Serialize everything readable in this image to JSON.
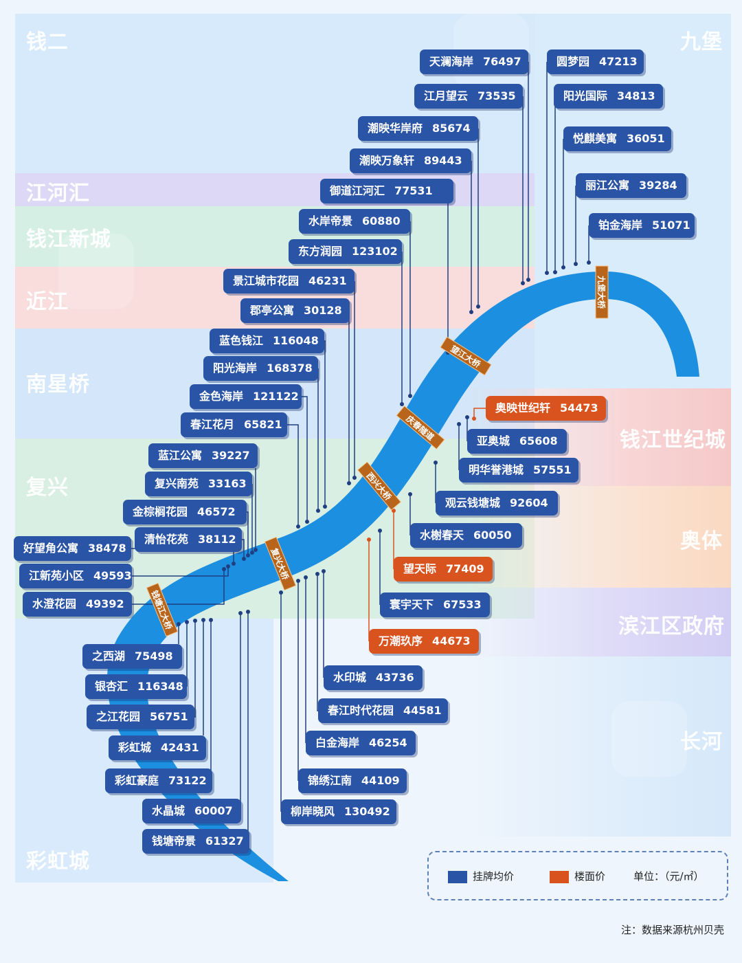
{
  "zones": {
    "qianer": "钱二",
    "jiangpuhui": "江河汇",
    "qianjiang_newcity": "钱江新城",
    "jinjiang": "近江",
    "nanxingqiao": "南星桥",
    "fuxing": "复兴",
    "caihongcheng": "彩虹城",
    "jiubao": "九堡",
    "century_city": "钱江世纪城",
    "olympic": "奥体",
    "binjiang_gov": "滨江区政府",
    "changhe": "长河"
  },
  "bridges": {
    "jiubao": "九堡大桥",
    "qingchun": "望江大桥",
    "qingchun_tunnel": "庆春隧道",
    "xixing": "西兴大桥",
    "fuxing": "复兴大桥",
    "qiantang": "钱塘江大桥"
  },
  "listings": [
    {
      "name": "天澜海岸",
      "value": "76497",
      "type": "listing"
    },
    {
      "name": "江月望云",
      "value": "73535",
      "type": "listing"
    },
    {
      "name": "潮映华岸府",
      "value": "85674",
      "type": "listing"
    },
    {
      "name": "潮映万象轩",
      "value": "89443",
      "type": "listing"
    },
    {
      "name": "御道江河汇",
      "value": "77531",
      "type": "listing"
    },
    {
      "name": "水岸帝景",
      "value": "60880",
      "type": "listing"
    },
    {
      "name": "东方润园",
      "value": "123102",
      "type": "listing"
    },
    {
      "name": "景江城市花园",
      "value": "46231",
      "type": "listing"
    },
    {
      "name": "郡亭公寓",
      "value": "30128",
      "type": "listing"
    },
    {
      "name": "蓝色钱江",
      "value": "116048",
      "type": "listing"
    },
    {
      "name": "阳光海岸",
      "value": "168378",
      "type": "listing"
    },
    {
      "name": "金色海岸",
      "value": "121122",
      "type": "listing"
    },
    {
      "name": "春江花月",
      "value": "65821",
      "type": "listing"
    },
    {
      "name": "蓝江公寓",
      "value": "39227",
      "type": "listing"
    },
    {
      "name": "复兴南苑",
      "value": "33163",
      "type": "listing"
    },
    {
      "name": "金棕榈花园",
      "value": "46572",
      "type": "listing"
    },
    {
      "name": "清怡花苑",
      "value": "38112",
      "type": "listing"
    },
    {
      "name": "好望角公寓",
      "value": "38478",
      "type": "listing"
    },
    {
      "name": "江新苑小区",
      "value": "49593",
      "type": "listing"
    },
    {
      "name": "水澄花园",
      "value": "49392",
      "type": "listing"
    },
    {
      "name": "之西湖",
      "value": "75498",
      "type": "listing"
    },
    {
      "name": "银杏汇",
      "value": "116348",
      "type": "listing"
    },
    {
      "name": "之江花园",
      "value": "56751",
      "type": "listing"
    },
    {
      "name": "彩虹城",
      "value": "42431",
      "type": "listing"
    },
    {
      "name": "彩虹豪庭",
      "value": "73122",
      "type": "listing"
    },
    {
      "name": "水晶城",
      "value": "60007",
      "type": "listing"
    },
    {
      "name": "钱塘帝景",
      "value": "61327",
      "type": "listing"
    },
    {
      "name": "圆梦园",
      "value": "47213",
      "type": "listing"
    },
    {
      "name": "阳光国际",
      "value": "34813",
      "type": "listing"
    },
    {
      "name": "悦麒美寓",
      "value": "36051",
      "type": "listing"
    },
    {
      "name": "丽江公寓",
      "value": "39284",
      "type": "listing"
    },
    {
      "name": "铂金海岸",
      "value": "51071",
      "type": "listing"
    },
    {
      "name": "奥映世纪轩",
      "value": "54473",
      "type": "floor"
    },
    {
      "name": "亚奥城",
      "value": "65608",
      "type": "listing"
    },
    {
      "name": "明华誉港城",
      "value": "57551",
      "type": "listing"
    },
    {
      "name": "观云钱塘城",
      "value": "92604",
      "type": "listing"
    },
    {
      "name": "水榭春天",
      "value": "60050",
      "type": "listing"
    },
    {
      "name": "望天际",
      "value": "77409",
      "type": "floor"
    },
    {
      "name": "寰宇天下",
      "value": "67533",
      "type": "listing"
    },
    {
      "name": "万潮玖序",
      "value": "44673",
      "type": "floor"
    },
    {
      "name": "水印城",
      "value": "43736",
      "type": "listing"
    },
    {
      "name": "春江时代花园",
      "value": "44581",
      "type": "listing"
    },
    {
      "name": "白金海岸",
      "value": "46254",
      "type": "listing"
    },
    {
      "name": "锦绣江南",
      "value": "44109",
      "type": "listing"
    },
    {
      "name": "柳岸晓风",
      "value": "130492",
      "type": "listing"
    }
  ],
  "legend": {
    "listing_label": "挂牌均价",
    "floor_label": "楼面价",
    "unit_label": "单位：（元/㎡）",
    "listing_color": "#2a55a6",
    "floor_color": "#d9531e"
  },
  "note": "注：数据来源杭州贝壳",
  "colors": {
    "river": "#1c8fe0"
  }
}
